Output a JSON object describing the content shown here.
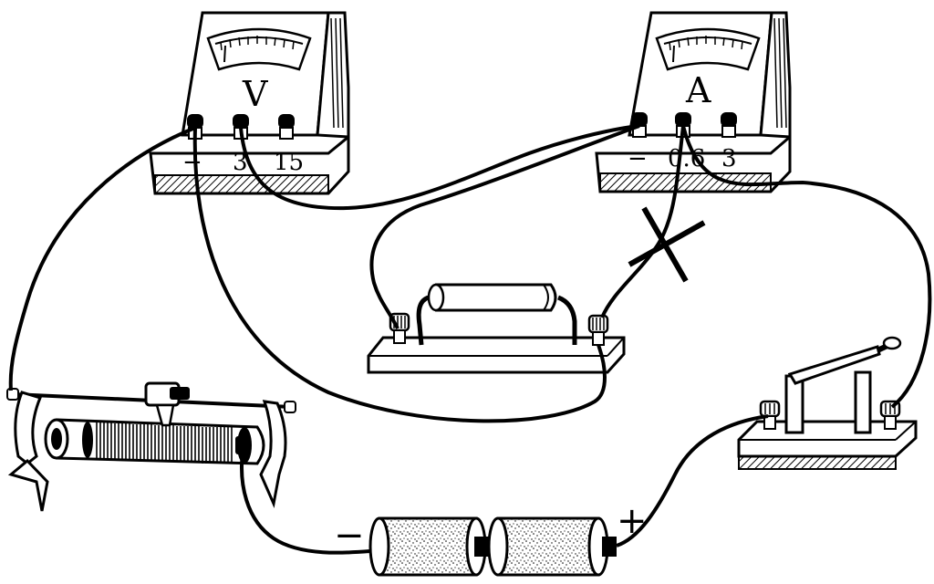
{
  "voltmeter": {
    "symbol": "V",
    "terminals": [
      "−",
      "3",
      "15"
    ]
  },
  "ammeter": {
    "symbol": "A",
    "terminals": [
      "−",
      "0.6",
      "3"
    ]
  },
  "battery": {
    "negative_sign": "−",
    "positive_sign": "+"
  },
  "annotation": {
    "wrong_wire_mark": "cross-mark"
  }
}
